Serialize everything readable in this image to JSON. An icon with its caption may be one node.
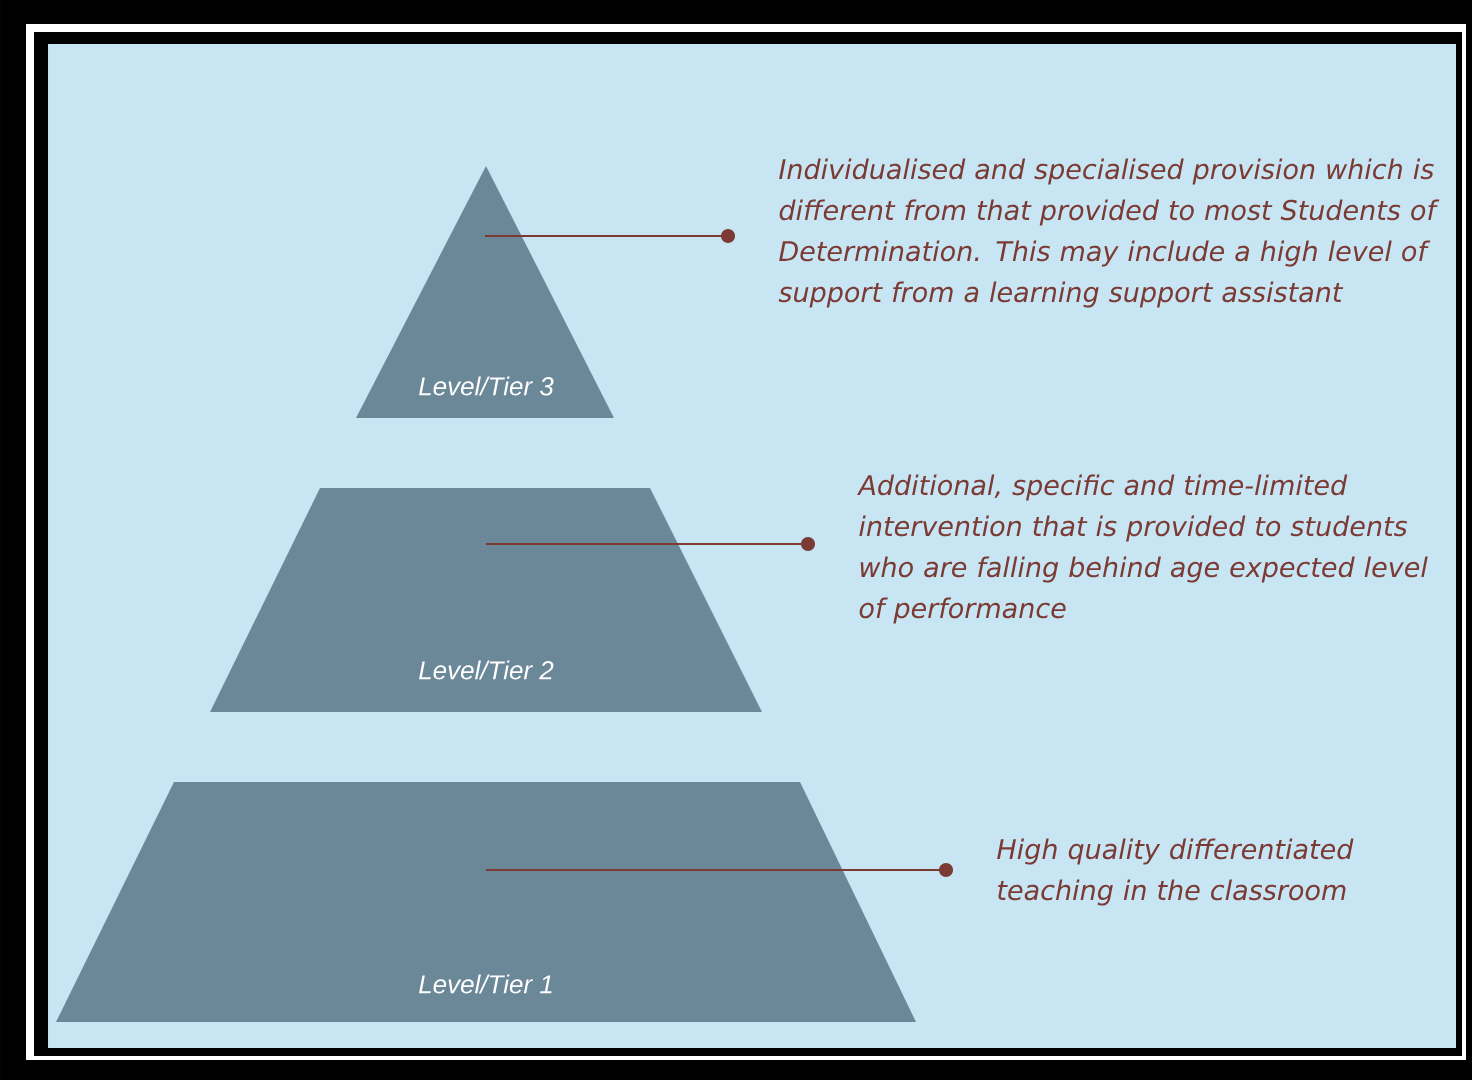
{
  "diagram": {
    "nodes": [
      {
        "text": [
          "Level/Tier 3"
        ]
      },
      {
        "text": [
          "Level/Tier 2"
        ]
      },
      {
        "text": [
          "Level/Tier 1"
        ]
      },
      {
        "text": [
          "Individualised and specialised provision which is different from that provided to most Students of Determination. This may include a high level of support from a learning support assistant"
        ]
      },
      {
        "text": [
          "Additional, specific and time-limited intervention that is provided to students who are falling behind age expected level of performance"
        ]
      },
      {
        "text": [
          "High quality differentiated teaching in the classroom"
        ]
      }
    ],
    "edges": [
      {
        "from": 0,
        "to": 3,
        "arrow": "other"
      },
      {
        "from": 1,
        "to": 4,
        "arrow": "other"
      },
      {
        "from": 2,
        "to": 5,
        "arrow": "other"
      }
    ]
  }
}
